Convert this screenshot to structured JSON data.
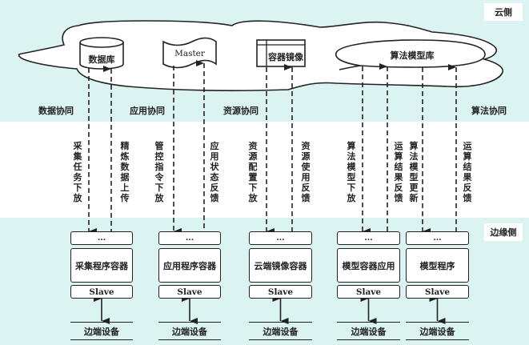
{
  "side_tags": {
    "cloud": "云侧",
    "edge": "边缘侧"
  },
  "cloud_components": {
    "database": "数据库",
    "master": "Master",
    "container_image": "容器镜像",
    "algorithm_model_library": "算法模型库"
  },
  "collaboration_labels": {
    "data": "数据协同",
    "application": "应用协同",
    "resource": "资源协同",
    "algorithm": "算法协同"
  },
  "flows": [
    {
      "label": "采集任务下放",
      "direction": "down"
    },
    {
      "label": "精炼数据上传",
      "direction": "up"
    },
    {
      "label": "管控指令下放",
      "direction": "down"
    },
    {
      "label": "应用状态反馈",
      "direction": "up"
    },
    {
      "label": "资源配置下放",
      "direction": "down"
    },
    {
      "label": "资源使用反馈",
      "direction": "up"
    },
    {
      "label": "算法模型下放",
      "direction": "down"
    },
    {
      "label": "运算结果反馈",
      "direction": "up"
    },
    {
      "label": "算法模型更新",
      "direction": "down"
    },
    {
      "label": "运算结果反馈",
      "direction": "up"
    }
  ],
  "edge_columns": [
    {
      "dots": "...",
      "container": "采集程序容器",
      "agent": "Slave",
      "device": "边端设备"
    },
    {
      "dots": "...",
      "container": "应用程序容器",
      "agent": "Slave",
      "device": "边端设备"
    },
    {
      "dots": "...",
      "container": "云端镜像容器",
      "agent": "Slave",
      "device": "边端设备"
    },
    {
      "dots": "...",
      "container": "模型容器应用",
      "agent": "Slave",
      "device": "边端设备"
    },
    {
      "dots": "...",
      "container": "模型程序",
      "agent": "Slave",
      "device": "边端设备"
    }
  ],
  "colors": {
    "band_background": "#dbf3f1",
    "middle_background": "#ffffff",
    "stroke": "#222222"
  }
}
